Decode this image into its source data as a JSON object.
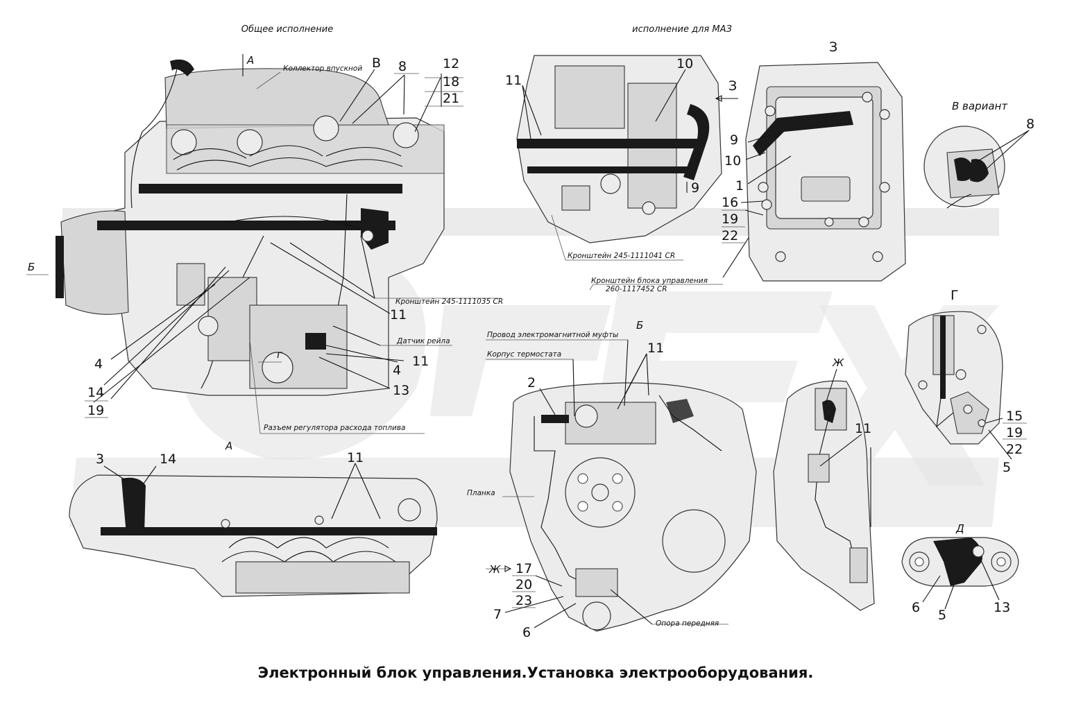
{
  "headers": {
    "general": "Общее исполнение",
    "maz": "исполнение для МАЗ"
  },
  "views": {
    "A_top": "А",
    "A_bottom": "А",
    "B_arrow": "Б",
    "B_view": "Б",
    "V_view": "В",
    "V_variant": "В вариант",
    "G_view": "Г",
    "G_inline": "г",
    "D_view": "Д",
    "Z_view": "З",
    "Z_arrow": "З",
    "Zh_view": "Ж",
    "Zh_arrow": "Ж"
  },
  "labels": {
    "intake_manifold": "Коллектор впускной",
    "bracket_1035": "Кронштейн 245-1111035 CR",
    "bracket_1041": "Кронштейн 245-1111041 CR",
    "bracket_ecu_1": "Кронштейн блока управления",
    "bracket_ecu_2": "260-1117452 CR",
    "rail_sensor": "Датчик рейла",
    "clutch_wire": "Провод электромагнитной муфты",
    "thermostat_body": "Корпус термостата",
    "fuel_regulator_conn": "Разъем регулятора расхода топлива",
    "plate": "Планка",
    "front_support": "Опора передняя"
  },
  "callouts": {
    "main": [
      "8",
      "12",
      "18",
      "21",
      "11",
      "4",
      "11",
      "13",
      "4",
      "14",
      "19"
    ],
    "maz": [
      "11",
      "10",
      "9"
    ],
    "z_view": [
      "9",
      "10",
      "1",
      "16",
      "19",
      "22"
    ],
    "v_variant": [
      "8"
    ],
    "a_view": [
      "3",
      "14",
      "11"
    ],
    "b_view": [
      "11",
      "2",
      "17",
      "20",
      "23",
      "7",
      "6"
    ],
    "zh_view": [
      "11"
    ],
    "g_view": [
      "15",
      "19",
      "22",
      "5"
    ],
    "d_view": [
      "6",
      "5",
      "13"
    ]
  },
  "caption": "Электронный блок управления.Установка электрооборудования.",
  "colors": {
    "line": "#111111",
    "watermark": "#e3e3e3",
    "background": "#ffffff"
  }
}
